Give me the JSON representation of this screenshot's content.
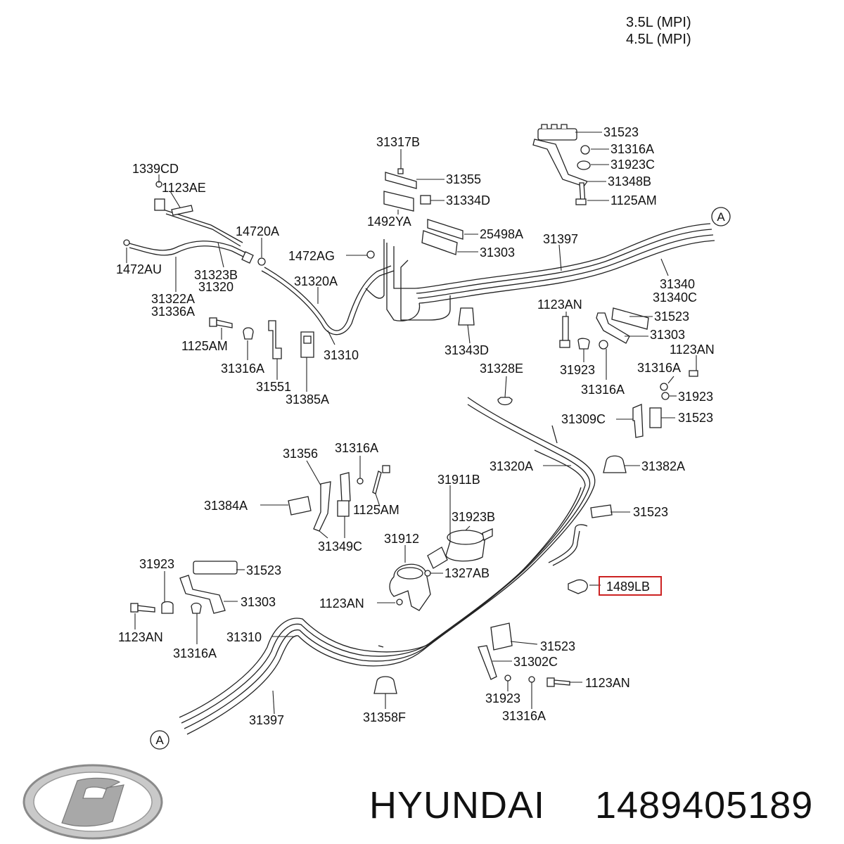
{
  "header": {
    "engine_1": "3.5L (MPI)",
    "engine_2": "4.5L (MPI)"
  },
  "markers": {
    "a_top": "A",
    "a_bottom": "A"
  },
  "highlight": {
    "label": "1489LB",
    "color": "#cc2222"
  },
  "labels": {
    "p31523_a": "31523",
    "p31316A_a": "31316A",
    "p31923C": "31923C",
    "p31348B": "31348B",
    "p1125AM_a": "1125AM",
    "p31317B": "31317B",
    "p31355": "31355",
    "p31334D": "31334D",
    "p1492YA": "1492YA",
    "p25498A": "25498A",
    "p31303_a": "31303",
    "p31397_a": "31397",
    "p31340": "31340",
    "p31340C": "31340C",
    "p1339CD": "1339CD",
    "p1123AE": "1123AE",
    "p14720A": "14720A",
    "p1472AG": "1472AG",
    "p1472AU": "1472AU",
    "p31323B": "31323B",
    "p31320": "31320",
    "p31322A": "31322A",
    "p31336A": "31336A",
    "p31320A_a": "31320A",
    "p1123AN_a": "1123AN",
    "p31523_b": "31523",
    "p31303_b": "31303",
    "p1125AM_b": "1125AM",
    "p31310_a": "31310",
    "p31343D": "31343D",
    "p31316A_b": "31316A",
    "p31551": "31551",
    "p31385A": "31385A",
    "p31923_a": "31923",
    "p31316A_c": "31316A",
    "p1123AN_b": "1123AN",
    "p31316A_d": "31316A",
    "p31923_b": "31923",
    "p31328E": "31328E",
    "p31309C": "31309C",
    "p31523_c": "31523",
    "p31356": "31356",
    "p31316A_e": "31316A",
    "p31320A_b": "31320A",
    "p31382A": "31382A",
    "p31911B": "31911B",
    "p31384A": "31384A",
    "p1125AM_c": "1125AM",
    "p31923B": "31923B",
    "p31523_d": "31523",
    "p31349C": "31349C",
    "p31912": "31912",
    "p31923_c": "31923",
    "p31523_e": "31523",
    "p1327AB": "1327AB",
    "p31303_c": "31303",
    "p1123AN_c": "1123AN",
    "p1123AN_d": "1123AN",
    "p31310_b": "31310",
    "p31316A_f": "31316A",
    "p31523_f": "31523",
    "p31302C": "31302C",
    "p1123AN_e": "1123AN",
    "p31923_d": "31923",
    "p31316A_g": "31316A",
    "p31397_b": "31397",
    "p31358F": "31358F"
  },
  "footer": {
    "brand": "HYUNDAI",
    "part_number": "1489405189"
  }
}
